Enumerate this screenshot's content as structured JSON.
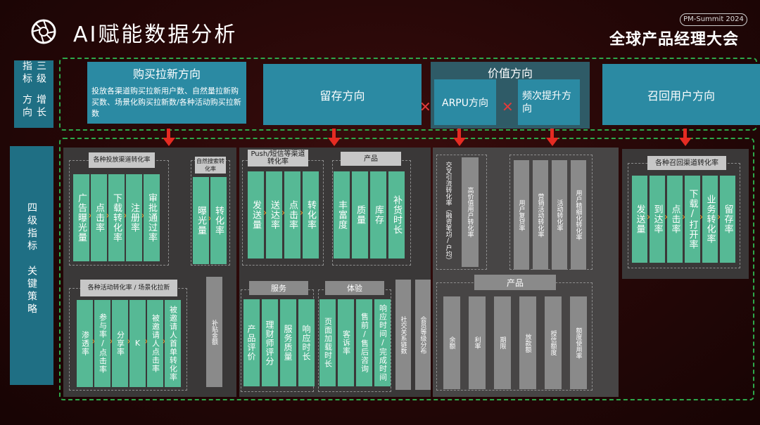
{
  "header": {
    "title": "AI赋能数据分析",
    "summit": "PM-Summit 2024",
    "conference": "全球产品经理大会"
  },
  "side": {
    "level3": "三级指标",
    "growth": "增长方向",
    "level4": "四级指标",
    "key_strategy": "关键策略"
  },
  "directions": {
    "acquisition": {
      "title": "购买拉新方向",
      "desc": "投放各渠道购买拉新用户数、自然量拉新购买数、场景化购买拉新数/各种活动购买拉新数"
    },
    "retention": {
      "title": "留存方向"
    },
    "value": {
      "title": "价值方向",
      "arpu": "ARPU方向",
      "frequency": "频次提升方向"
    },
    "recall": {
      "title": "召回用户方向"
    }
  },
  "p1": {
    "channel_header": "各种投放渠道转化率",
    "channel_items": [
      "广告曝光量",
      "点击率",
      "下载转化率",
      "注册率",
      "审批通过率"
    ],
    "natural_header": "自然搜索转化率",
    "natural_items": [
      "曝光量",
      "转化率"
    ],
    "activity_header": "各种活动转化率 / 场景化拉新",
    "activity_items": [
      "渗透率",
      "参与率/点击率",
      "分享率",
      "K",
      "被邀请人点击率",
      "被邀请人首单转化率"
    ],
    "subsidy": "补贴金额"
  },
  "p2": {
    "push_header": "Push/短信等渠道转化率",
    "push_items": [
      "发送量",
      "送达率",
      "点击率",
      "转化率"
    ],
    "product_header": "产品",
    "product_items": [
      "丰富度",
      "质量",
      "库存",
      "补货时长"
    ],
    "service_header": "服务",
    "service_items": [
      "产品评价",
      "理财师评分",
      "服务质量",
      "响应时长"
    ],
    "experience_header": "体验",
    "experience_items": [
      "页面加载时长",
      "客诉率",
      "售前/售后咨询",
      "响应时间/完成时间"
    ],
    "social": "社交关系链数",
    "member": "会员等级分布"
  },
  "p3": {
    "cross": "交叉引流转化率（融资笔均/户均）",
    "high_value": "高价值用户转化率",
    "freq_items": [
      "用户复贷率",
      "营销活动转化率",
      "活动转化率",
      "用户精细化转化率"
    ],
    "product_header": "产品",
    "product_items": [
      "余额",
      "利率",
      "期限",
      "放款额",
      "授信额度",
      "额度使用率"
    ]
  },
  "p4": {
    "recall_header": "各种召回渠道转化率",
    "recall_items": [
      "发送量",
      "到达率",
      "点击率",
      "下载/打开率",
      "业务转化率",
      "留存率"
    ]
  },
  "colors": {
    "teal": "#56b995",
    "blue": "#2b8aa3",
    "red": "#e52b22",
    "bg": "#250707"
  }
}
